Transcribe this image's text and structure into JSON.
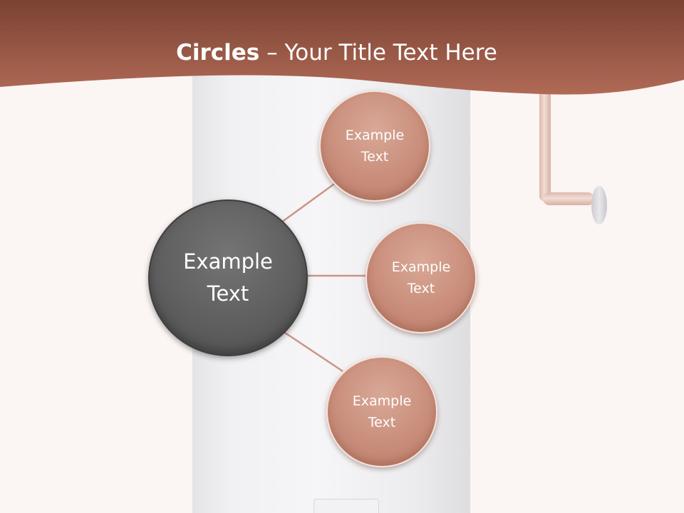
{
  "header": {
    "title_bold": "Circles",
    "title_rest": " – Your Title Text Here"
  },
  "diagram": {
    "center": "Example\nText",
    "satellites": [
      {
        "label": "Example\nText"
      },
      {
        "label": "Example\nText"
      },
      {
        "label": "Example\nText"
      }
    ]
  },
  "colors": {
    "header_brown": "#9a5443",
    "center_circle": "#5f5f5f",
    "satellite_circle": "#c98e7b",
    "connector": "#c99684"
  }
}
